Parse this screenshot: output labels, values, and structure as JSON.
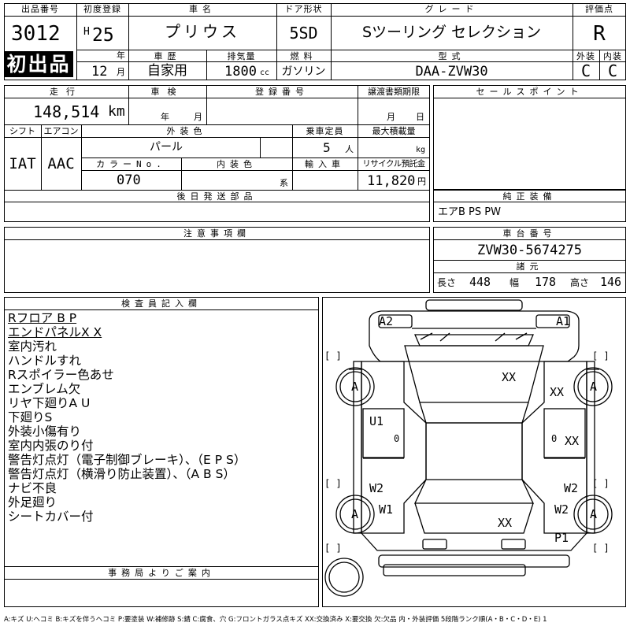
{
  "header": {
    "lot_no_label": "出品番号",
    "lot_no": "3012",
    "first_listing": "初出品",
    "first_reg_label": "初度登録",
    "era": "H",
    "year": "25",
    "year_unit": "年",
    "month": "12",
    "month_unit": "月",
    "car_name_label": "車名",
    "car_name": "プリウス",
    "door_label": "ドア形状",
    "door": "5SD",
    "grade_label": "グレード",
    "grade": "Sツーリング セレクション",
    "score_label": "評価点",
    "score": "R",
    "history_label": "車歴",
    "history": "自家用",
    "displacement_label": "排気量",
    "displacement": "1800",
    "displacement_unit": "cc",
    "fuel_label": "燃料",
    "fuel": "ガソリン",
    "model_label": "型式",
    "model": "DAA-ZVW30",
    "ext_label": "外装",
    "ext_score": "C",
    "int_label": "内装",
    "int_score": "C"
  },
  "details": {
    "mileage_label": "走行",
    "mileage": "148,514",
    "mileage_unit": "km",
    "inspection_label": "車検",
    "inspection_year_unit": "年",
    "inspection_month_unit": "月",
    "reg_no_label": "登録番号",
    "transfer_label": "譲渡書類期限",
    "transfer_month_unit": "月",
    "transfer_day_unit": "日",
    "shift_label": "シフト",
    "shift": "IAT",
    "ac_label": "エアコン",
    "ac": "AAC",
    "ext_color_label": "外装色",
    "ext_color": "パール",
    "capacity_label": "乗車定員",
    "capacity": "5",
    "capacity_unit": "人",
    "max_load_label": "最大積載量",
    "max_load_unit": "kg",
    "color_no_label": "カラーNo.",
    "color_no": "070",
    "int_color_label": "内装色",
    "int_color_suffix": "系",
    "import_label": "輸入車",
    "recycle_label": "リサイクル預託金",
    "recycle": "11,820",
    "recycle_unit": "円",
    "later_parts_label": "後日発送部品",
    "notes_label": "注意事項欄"
  },
  "right": {
    "sales_points_label": "セールスポイント",
    "genuine_label": "純正装備",
    "genuine": "エアB PS PW",
    "chassis_label": "車台番号",
    "chassis": "ZVW30-5674275",
    "specs_label": "諸元",
    "length_label": "長さ",
    "length": "448",
    "width_label": "幅",
    "width": "178",
    "height_label": "高さ",
    "height": "146"
  },
  "inspector": {
    "label": "検査員記入欄",
    "notes": [
      "Rフロア B P",
      "エンドパネルX X",
      "室内汚れ",
      "ハンドルすれ",
      "Rスポイラー色あせ",
      "エンブレム欠",
      "リヤ下廻りA U",
      "下廻りS",
      "外装小傷有り",
      "室内内張のり付",
      "警告灯点灯（電子制御ブレーキ）、（E P S）",
      "警告灯点灯（横滑り防止装置）、（A B S）",
      "ナビ不良",
      "外足廻り",
      "シートカバー付"
    ]
  },
  "office_label": "事務局よりご案内",
  "diagram": {
    "marks": {
      "a2": "A2",
      "a1": "A1",
      "xx_hood": "XX",
      "xx_rfender": "XX",
      "u1": "U1",
      "zero_l": "0",
      "zero_r": "0",
      "xx_rdoor": "XX",
      "w2_l": "W2",
      "w2_r1": "W2",
      "w1": "W1",
      "w2_r2": "W2",
      "xx_trunk": "XX",
      "p1": "P1",
      "tire_fl": "A",
      "tire_fr": "A",
      "tire_rl": "A",
      "tire_rr": "A",
      "bracket": "[    ]"
    }
  },
  "legend": "A:キズ U:ヘコミ B:キズを伴うヘコミ P:要塗装 W:補修跡 S:錆 C:腐食、穴 G:フロントガラス点キズ XX:交換済み X:要交換 欠:欠品 内・外装評価 5段階ランク順(A・B・C・D・E) 1"
}
